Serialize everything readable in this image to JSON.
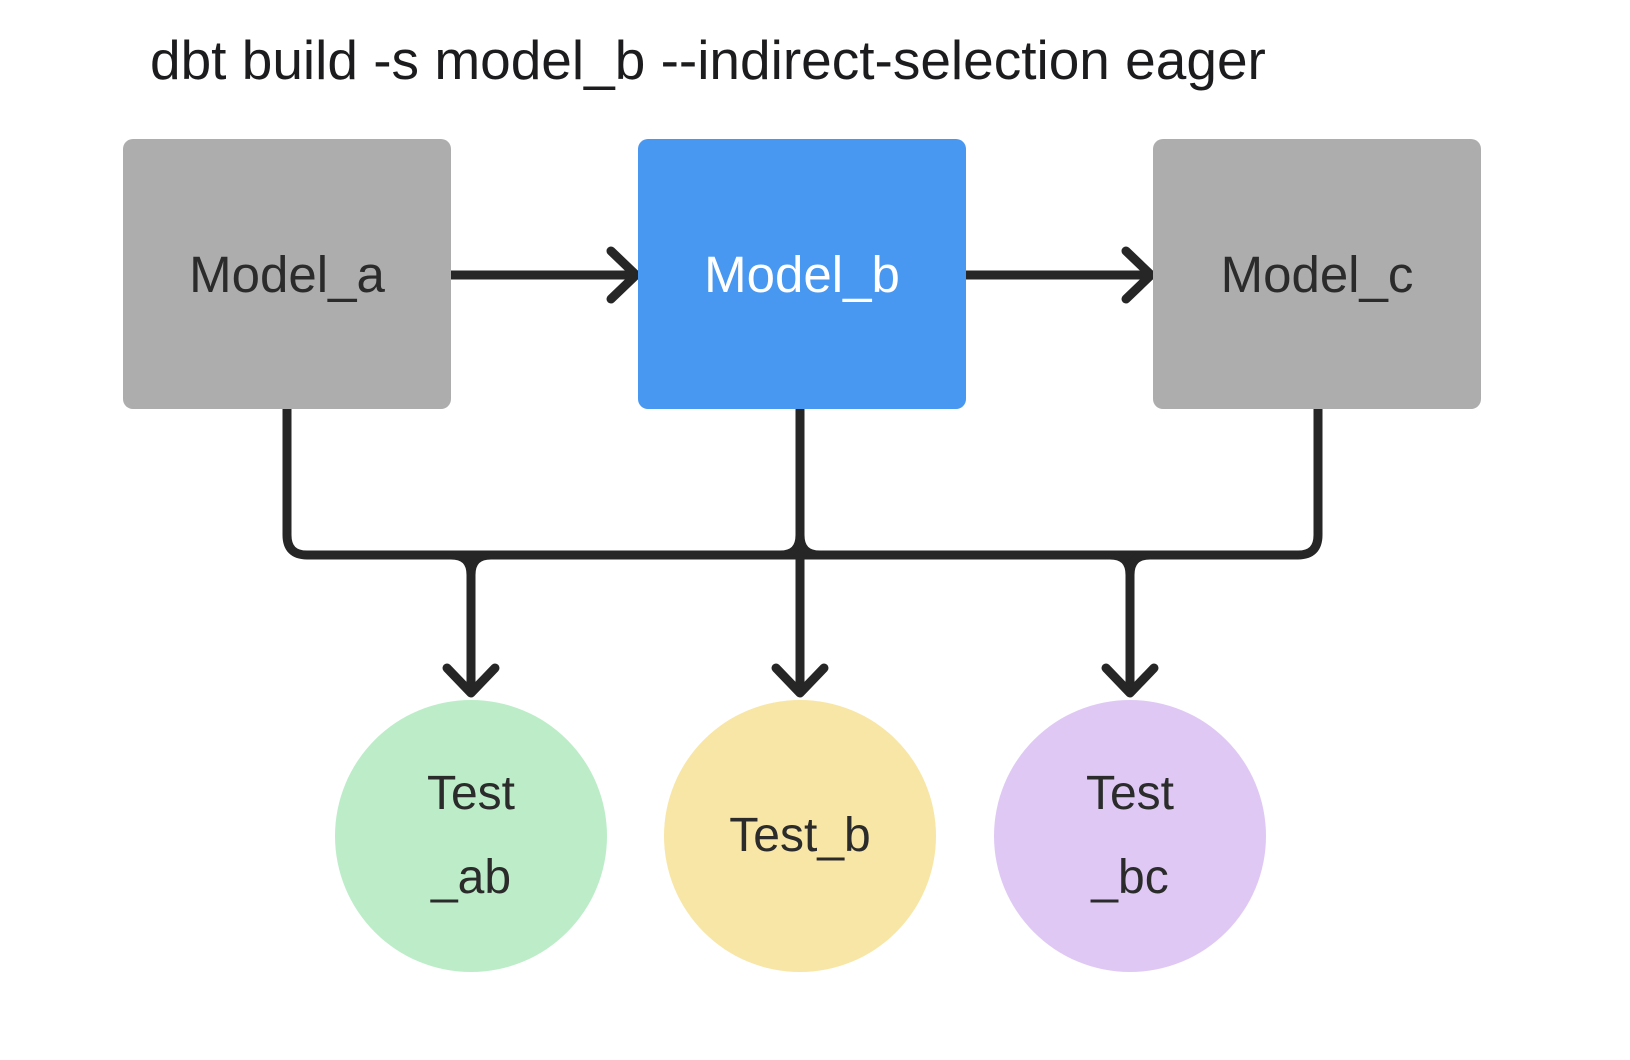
{
  "title": "dbt build -s model_b --indirect-selection eager",
  "colors": {
    "background": "#FFFFFF",
    "connector": "#262626",
    "title_text": "#1C1C1E",
    "model_unselected_fill": "#ADADAD",
    "model_selected_fill": "#4897F0",
    "test_ab_fill": "#BCEDC8",
    "test_b_fill": "#F8E6A6",
    "test_bc_fill": "#DFC9F4",
    "dark_text": "#2B2B2B",
    "light_text": "#FFFFFF"
  },
  "nodes": {
    "model_a": {
      "label": "Model_a",
      "kind": "model",
      "selected": false,
      "fill": "#ADADAD",
      "text_color": "#2B2B2B"
    },
    "model_b": {
      "label": "Model_b",
      "kind": "model",
      "selected": true,
      "fill": "#4897F0",
      "text_color": "#FFFFFF"
    },
    "model_c": {
      "label": "Model_c",
      "kind": "model",
      "selected": false,
      "fill": "#ADADAD",
      "text_color": "#2B2B2B"
    },
    "test_ab": {
      "label_line1": "Test",
      "label_line2": "_ab",
      "kind": "test",
      "fill": "#BCEDC8",
      "text_color": "#2B2B2B"
    },
    "test_b": {
      "label": "Test_b",
      "kind": "test",
      "fill": "#F8E6A6",
      "text_color": "#2B2B2B"
    },
    "test_bc": {
      "label_line1": "Test",
      "label_line2": "_bc",
      "kind": "test",
      "fill": "#DFC9F4",
      "text_color": "#2B2B2B"
    }
  },
  "edges": [
    {
      "from": "model_a",
      "to": "model_b"
    },
    {
      "from": "model_b",
      "to": "model_c"
    },
    {
      "from": "model_a",
      "to": "test_ab"
    },
    {
      "from": "model_b",
      "to": "test_ab"
    },
    {
      "from": "model_b",
      "to": "test_b"
    },
    {
      "from": "model_b",
      "to": "test_bc"
    },
    {
      "from": "model_c",
      "to": "test_bc"
    }
  ]
}
